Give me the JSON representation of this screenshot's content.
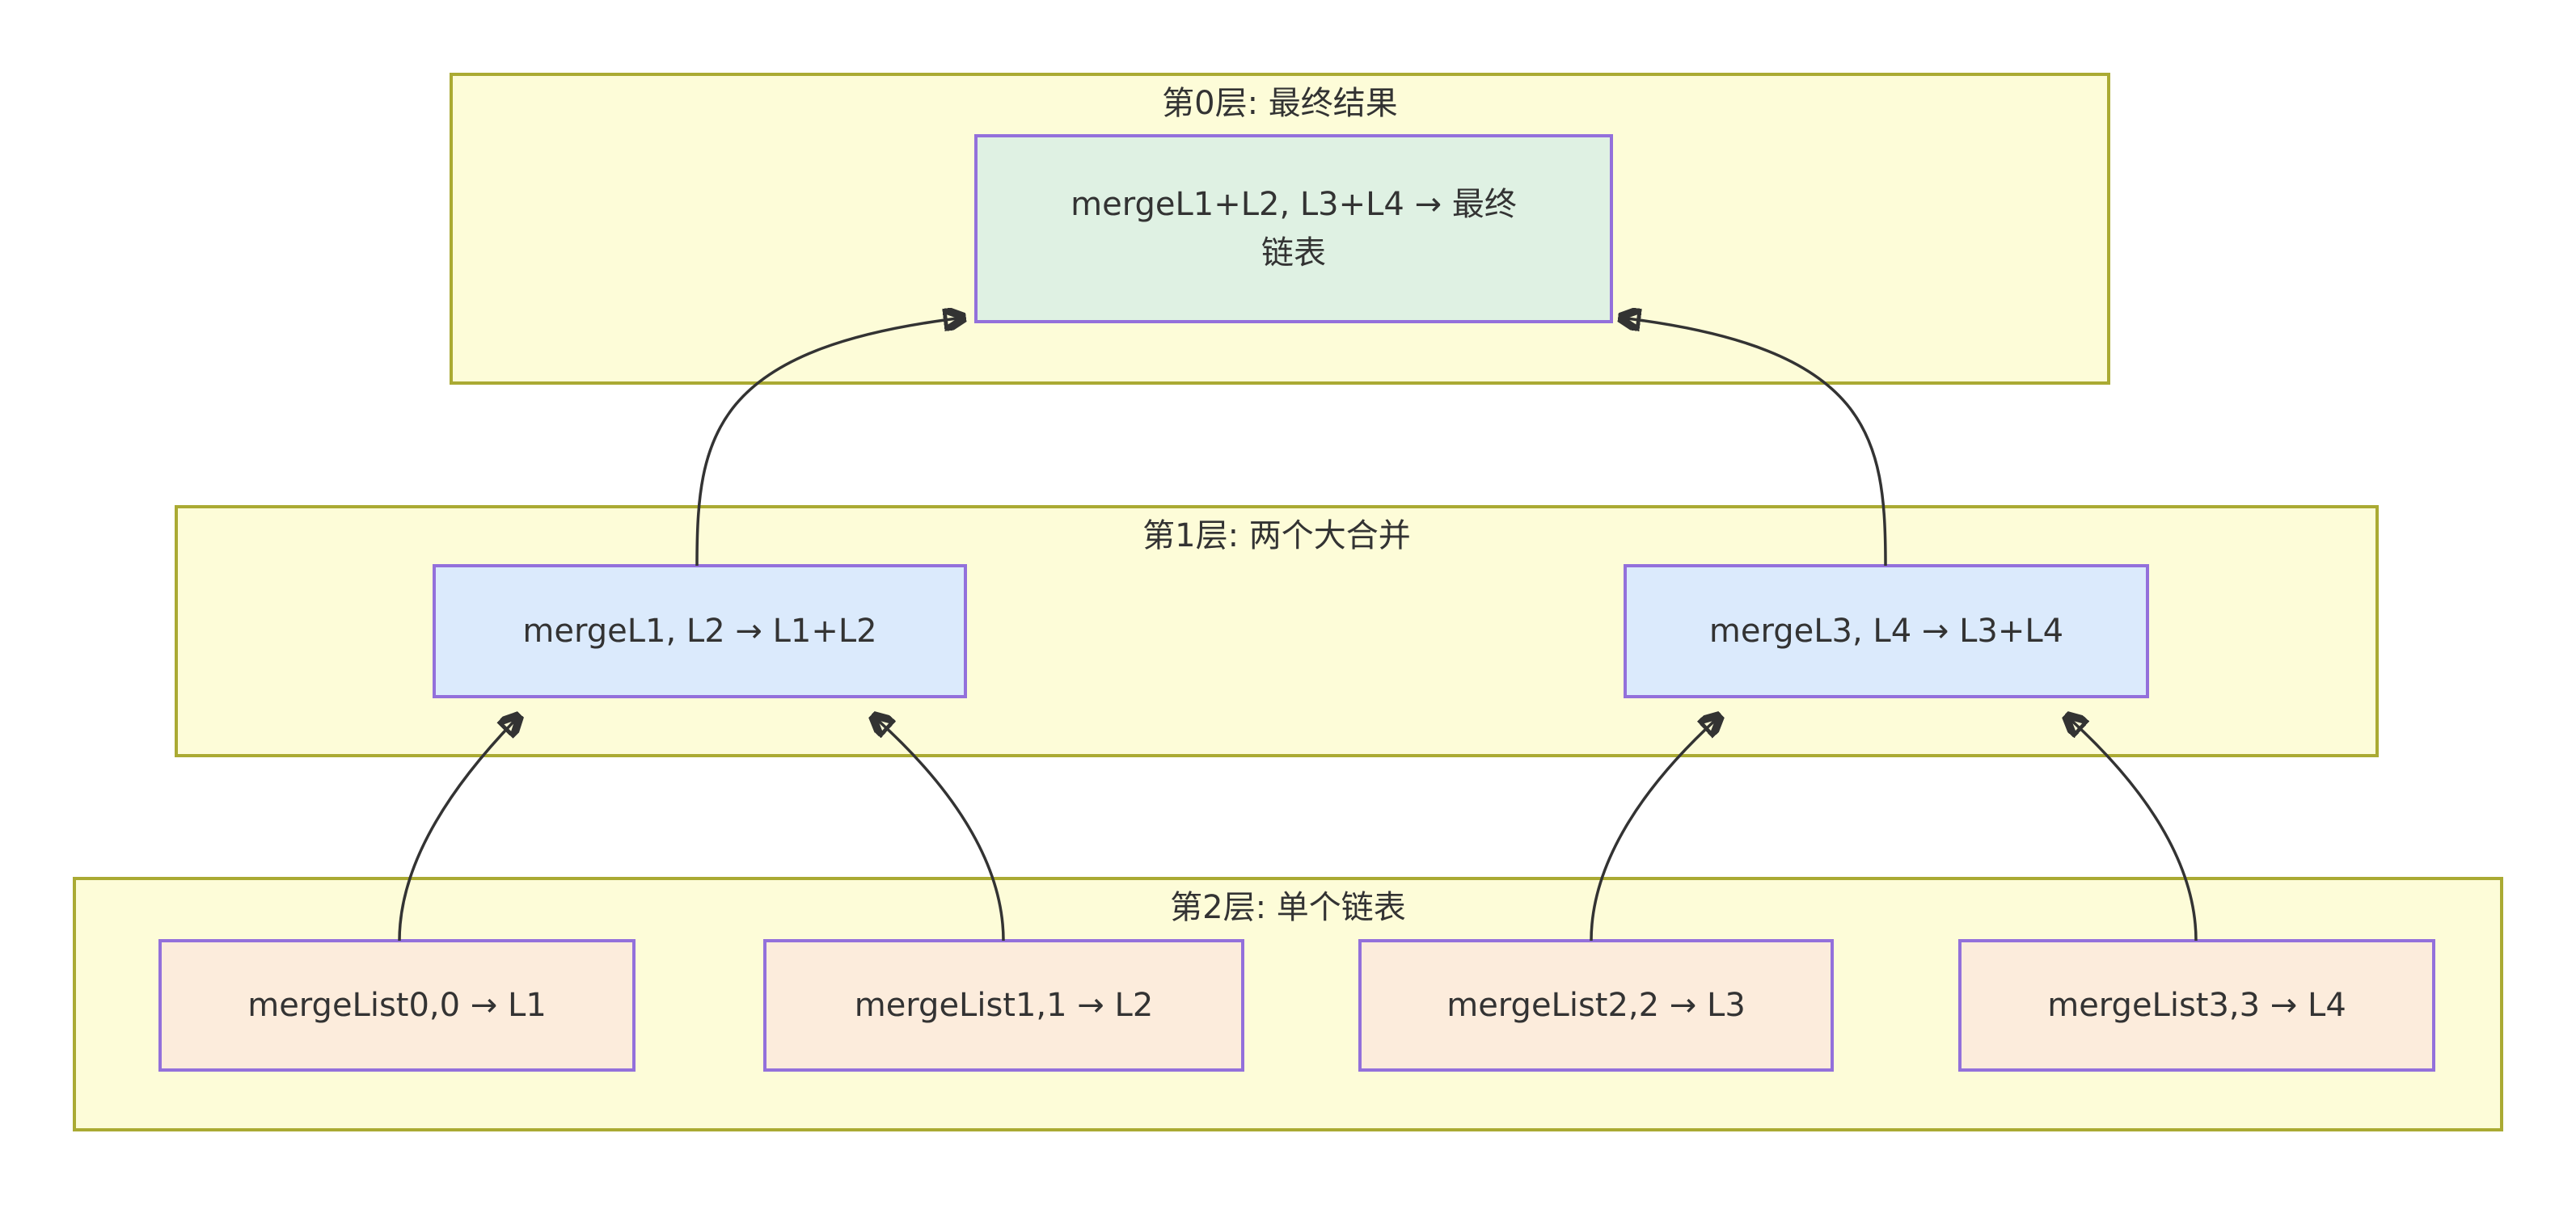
{
  "diagram": {
    "type": "flowchart",
    "direction": "bottom-up",
    "colors": {
      "page_background": "#ffffff",
      "layer_fill": "#fdfcd8",
      "layer_border": "#aaaa33",
      "node_border": "#9370db",
      "final_node_fill": "#dff1e3",
      "merge_node_fill": "#dbeafc",
      "list_node_fill": "#fcecdc",
      "text": "#333333",
      "arrow": "#333333"
    },
    "layers": [
      {
        "title": "第0层: 最终结果",
        "nodes": [
          {
            "id": "final",
            "label": "mergeL1+L2, L3+L4 → 最终链表",
            "lines": [
              "mergeL1+L2, L3+L4 → 最终",
              "链表"
            ]
          }
        ]
      },
      {
        "title": "第1层: 两个大合并",
        "nodes": [
          {
            "id": "m12",
            "label": "mergeL1, L2 → L1+L2"
          },
          {
            "id": "m34",
            "label": "mergeL3, L4 → L3+L4"
          }
        ]
      },
      {
        "title": "第2层: 单个链表",
        "nodes": [
          {
            "id": "l1",
            "label": "mergeList0,0 → L1"
          },
          {
            "id": "l2",
            "label": "mergeList1,1 → L2"
          },
          {
            "id": "l3",
            "label": "mergeList2,2 → L3"
          },
          {
            "id": "l4",
            "label": "mergeList3,3 → L4"
          }
        ]
      }
    ],
    "edges": [
      {
        "from": "mergeL1, L2 → L1+L2",
        "to": "mergeL1+L2, L3+L4 → 最终链表"
      },
      {
        "from": "mergeL3, L4 → L3+L4",
        "to": "mergeL1+L2, L3+L4 → 最终链表"
      },
      {
        "from": "mergeList0,0 → L1",
        "to": "mergeL1, L2 → L1+L2"
      },
      {
        "from": "mergeList1,1 → L2",
        "to": "mergeL1, L2 → L1+L2"
      },
      {
        "from": "mergeList2,2 → L3",
        "to": "mergeL3, L4 → L3+L4"
      },
      {
        "from": "mergeList3,3 → L4",
        "to": "mergeL3, L4 → L3+L4"
      }
    ]
  }
}
